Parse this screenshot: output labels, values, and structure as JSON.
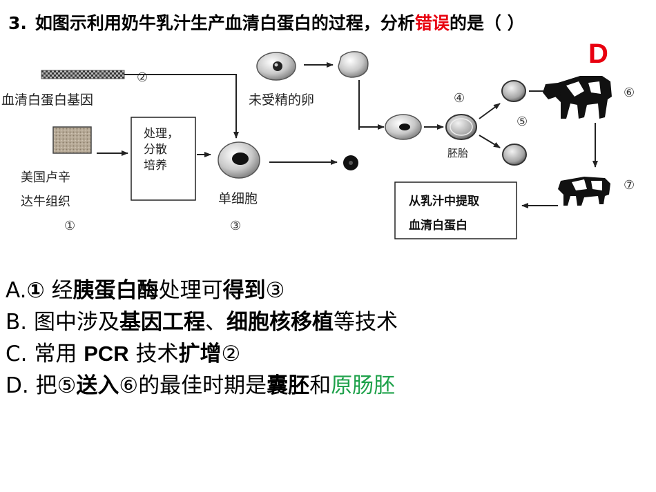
{
  "question": {
    "number": "3.",
    "text_before": "如图示利用奶牛乳汁生产血清白蛋白的过程，分析",
    "highlight": "错误",
    "text_after": "的是（  ）",
    "highlight_color": "#e8000f"
  },
  "answer": {
    "label": "D",
    "color": "#e8000f"
  },
  "diagram": {
    "gene_label": "血清白蛋白基因",
    "gene_marker": "②",
    "tissue_label_line1": "美国卢辛",
    "tissue_label_line2": "达牛组织",
    "tissue_marker": "①",
    "process_box_line1": "处理，",
    "process_box_line2": "分散",
    "process_box_line3": "培养",
    "single_cell_label": "单细胞",
    "single_cell_marker": "③",
    "egg_label": "未受精的卵",
    "embryo_label": "胚胎",
    "embryo_marker": "④",
    "split_marker": "⑤",
    "cow_marker": "⑥",
    "calf_marker": "⑦",
    "extract_box_line1": "从乳汁中提取",
    "extract_box_line2": "血清白蛋白",
    "icons": [
      "dna-strip-icon",
      "tissue-sample-icon",
      "egg-cell-icon",
      "single-cell-icon",
      "embryo-icon",
      "cow-icon"
    ]
  },
  "options": {
    "a": {
      "prefix": "A.",
      "marker": "①",
      "t1": " 经",
      "t2": "胰蛋白酶",
      "t3": "处理可",
      "t4": "得到",
      "t5": "③"
    },
    "b": {
      "prefix": "B.",
      "t1": " 图中涉及",
      "t2": "基因工程",
      "t3": "、",
      "t4": "细胞核移植",
      "t5": "等技术"
    },
    "c": {
      "prefix": "C.",
      "t1": " 常用 ",
      "t2": "PCR",
      "t3": " 技术",
      "t4": "扩增",
      "t5": "②"
    },
    "d": {
      "prefix": "D.",
      "t1": " 把",
      "t2": "⑤",
      "t3": "送入",
      "t4": "⑥",
      "t5": "的最佳时期是",
      "t6": "囊胚",
      "t7": "和",
      "t8": "原肠胚"
    }
  }
}
